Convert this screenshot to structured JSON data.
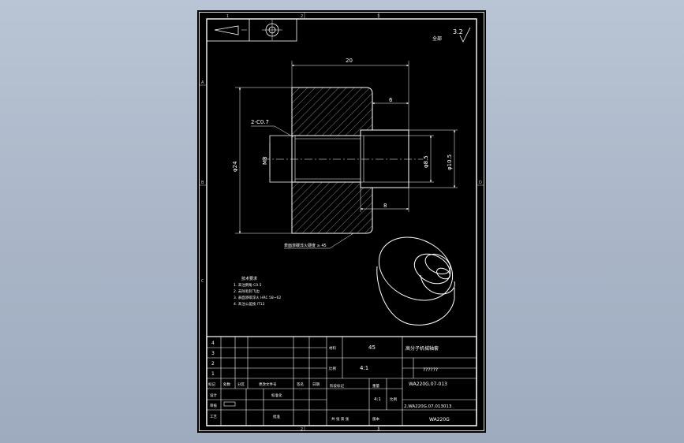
{
  "drawing": {
    "border_numbers": {
      "top_left": "1",
      "top_mid": "2",
      "top_right": "3",
      "bottom_mid": "2",
      "bottom_right": "3"
    },
    "border_letters": [
      "A",
      "B",
      "C",
      "D"
    ],
    "roughness": "3.2",
    "roughness_note": "全部",
    "dimensions": {
      "length_total": "20",
      "length_right": "6",
      "length_bottom": "8",
      "chamfer": "2-C0.7",
      "dia_outer": "φ24",
      "dia_thread": "M8",
      "dia_mid": "φ8.5",
      "dia_right": "φ10.5"
    },
    "annotation_leader": "表面渗碳淬火硬度 ≥ 45",
    "tech_notes": {
      "title": "技术要求",
      "lines": [
        "1. 未注倒角 C0.5",
        "2. 去除毛刺飞边",
        "3. 表面渗碳淬火 HRC 58~62",
        "4. 未注公差按 IT12"
      ]
    }
  },
  "title_block": {
    "rev_numbers": [
      "4",
      "3",
      "2",
      "1"
    ],
    "material_label": "材料",
    "material": "45",
    "part_name": "高分子机械轴套",
    "scale_label": "比例",
    "scale": "4:1",
    "code_a": "??????",
    "drawing_no": "WA220G.07-013",
    "drawing_no_full": "2.WA220G.07.013013",
    "model": "WA220G",
    "sheet_count": "4:1",
    "headers": {
      "mark": "标记",
      "count": "处数",
      "zone": "分区",
      "doc": "更改文件号",
      "sign": "签名",
      "date": "日期"
    },
    "rows": {
      "design": "设计",
      "check": "审核",
      "process": "工艺",
      "std": "标准化",
      "approve": "批准",
      "stage_mark": "阶段标记",
      "weight": "重量",
      "scale2": "比例",
      "sheets": "共 张 第 张",
      "version": "版本"
    }
  }
}
